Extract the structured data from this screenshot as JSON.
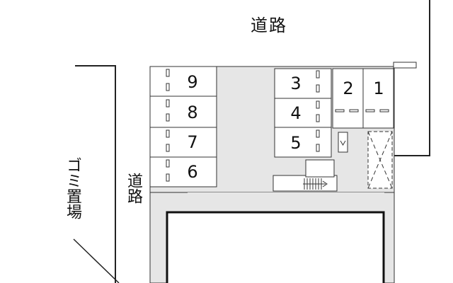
{
  "labels": {
    "road_top": "道路",
    "road_left": "道路",
    "garbage": "ゴミ置場"
  },
  "parking": {
    "left_column": [
      "9",
      "8",
      "7",
      "6"
    ],
    "right_column": [
      "3",
      "4",
      "5"
    ],
    "top_right": [
      "2",
      "1"
    ]
  }
}
